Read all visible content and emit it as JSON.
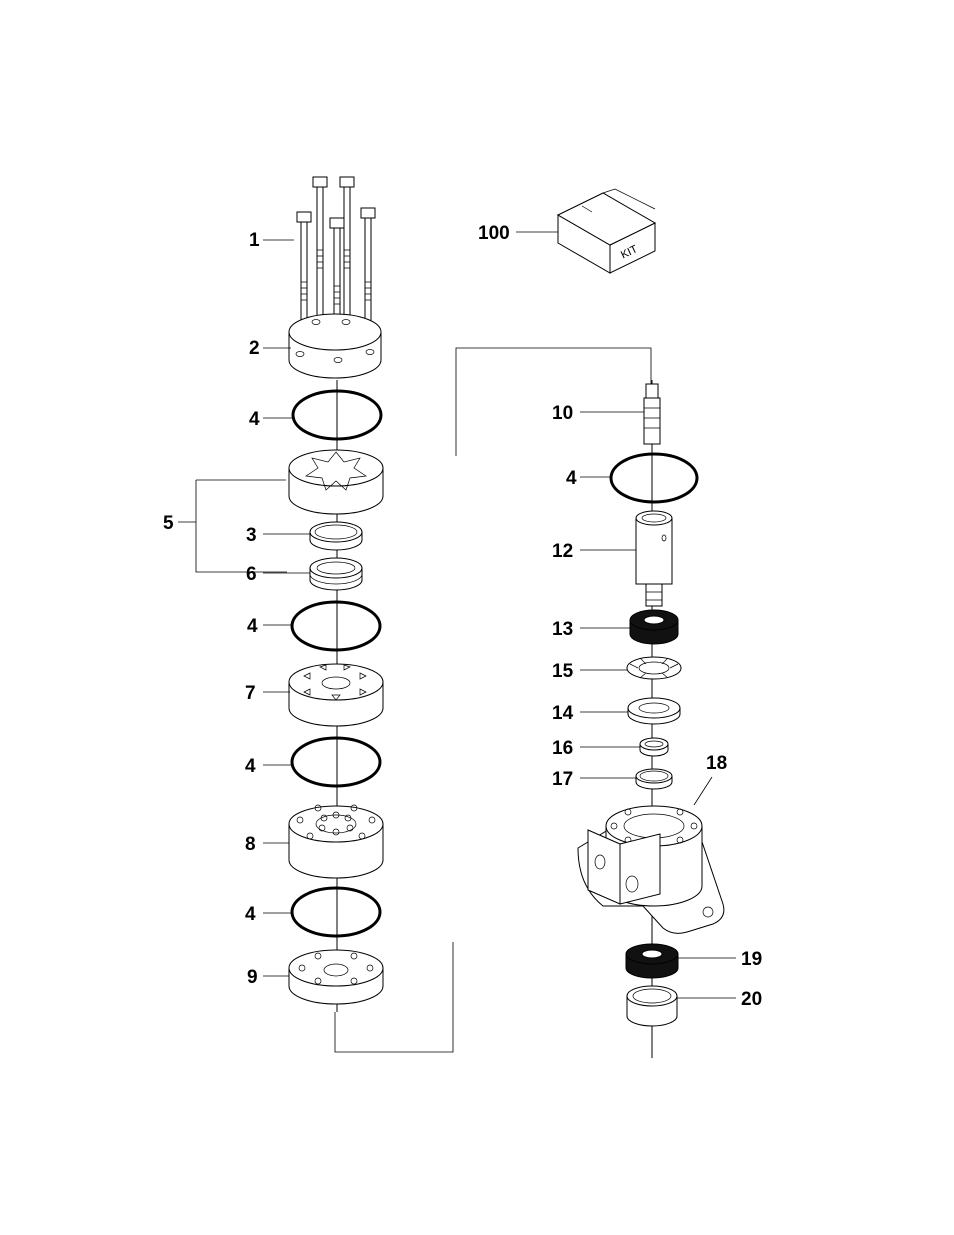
{
  "diagram": {
    "callouts": {
      "c1": "1",
      "c2": "2",
      "c3": "3",
      "c4a": "4",
      "c4b": "4",
      "c4c": "4",
      "c4d": "4",
      "c4e": "4",
      "c5": "5",
      "c6": "6",
      "c7": "7",
      "c8": "8",
      "c9": "9",
      "c10": "10",
      "c12": "12",
      "c13": "13",
      "c14": "14",
      "c15": "15",
      "c16": "16",
      "c17": "17",
      "c18": "18",
      "c19": "19",
      "c20": "20",
      "c100": "100"
    },
    "kit_label": "KIT"
  }
}
